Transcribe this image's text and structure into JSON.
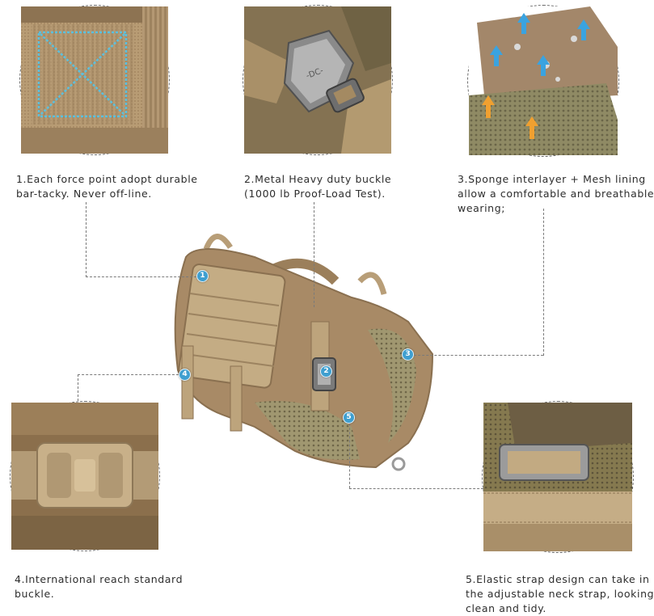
{
  "features": [
    {
      "number": "1",
      "lines": [
        "1.Each force point adopt durable",
        "bar-tacky. Never off-line."
      ]
    },
    {
      "number": "2",
      "lines": [
        "2.Metal Heavy duty buckle",
        "(1000 lb Proof-Load Test)."
      ]
    },
    {
      "number": "3",
      "lines": [
        "3.Sponge interlayer + Mesh lining",
        "allow a comfortable and breathable",
        "wearing;"
      ]
    },
    {
      "number": "4",
      "lines": [
        "4.International reach standard",
        "buckle."
      ]
    },
    {
      "number": "5",
      "lines": [
        "5.Elastic strap design can take in",
        "the adjustable neck strap, looking",
        "clean and tidy."
      ]
    }
  ],
  "colors": {
    "fabric": "#a88a66",
    "fabric_dark": "#7d6548",
    "webbing": "#c4ac84",
    "marker": "#3f9fd0",
    "stitch": "#5bc0de",
    "mesh": "#9a8f6a"
  }
}
